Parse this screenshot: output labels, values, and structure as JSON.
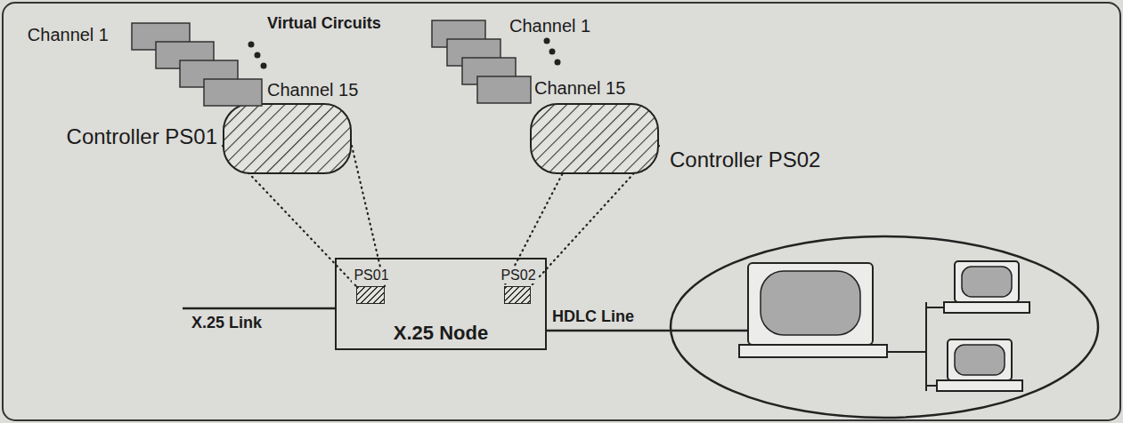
{
  "diagram": {
    "nodes": [
      {
        "text": [
          "Channel 1",
          "Channel 15"
        ]
      },
      {
        "text": [
          "Controller PS01"
        ]
      },
      {
        "text": [
          "Channel 1",
          "Channel 15"
        ]
      },
      {
        "text": [
          "Controller PS02"
        ]
      },
      {
        "text": [
          "X.25 Node"
        ]
      },
      {
        "text": [
          "PS01"
        ],
        "in": 4
      },
      {
        "text": [
          "PS02"
        ],
        "in": 4
      }
    ],
    "edges": [
      {
        "from": 1,
        "to": 5,
        "arrow": "none"
      },
      {
        "from": 1,
        "to": 5,
        "arrow": "none"
      },
      {
        "from": 3,
        "to": 6,
        "arrow": "none"
      },
      {
        "from": 3,
        "to": 6,
        "arrow": "none"
      }
    ],
    "labels": [
      "Virtual Circuits",
      "X.25 Link",
      "HDLC Line"
    ]
  }
}
